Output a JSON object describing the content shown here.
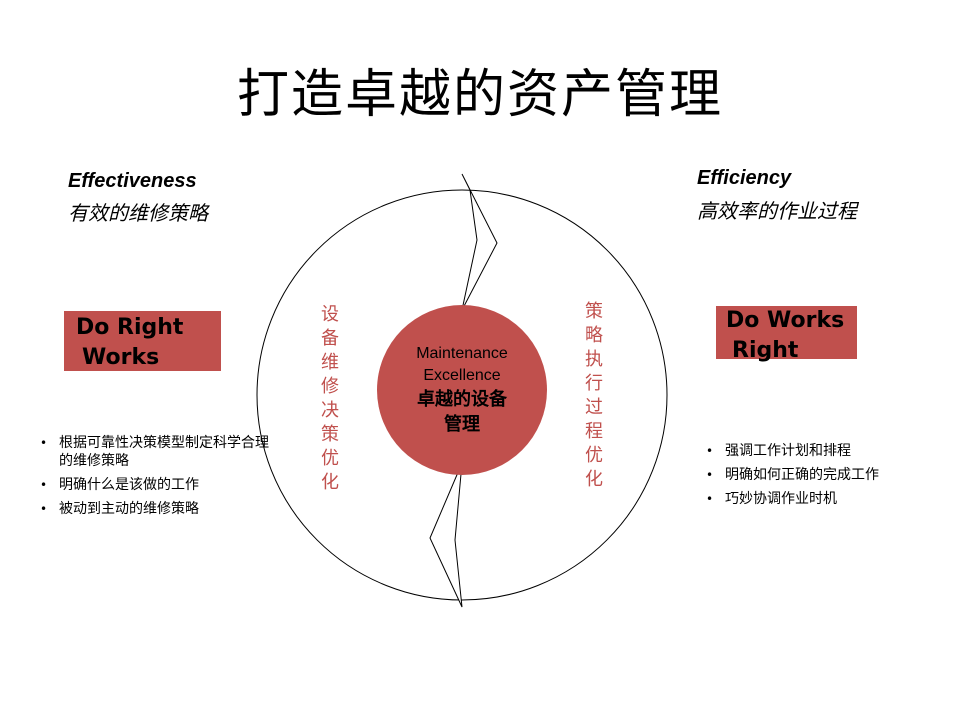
{
  "title": "打造卓越的资产管理",
  "left": {
    "heading_en": "Effectiveness",
    "heading_zh": "有效的维修策略",
    "box_line1": "Do Right",
    "box_line2": "Works",
    "bullets": [
      "根据可靠性决策模型制定科学合理的维修策略",
      "明确什么是该做的工作",
      "被动到主动的维修策略"
    ]
  },
  "right": {
    "heading_en": "Efficiency",
    "heading_zh": "高效率的作业过程",
    "box_line1": "Do Works",
    "box_line2": "Right",
    "bullets": [
      "强调工作计划和排程",
      "明确如何正确的完成工作",
      "巧妙协调作业时机"
    ]
  },
  "cycle": {
    "left_vertical": [
      "设",
      "备",
      "维",
      "修",
      "决",
      "策",
      "优",
      "化"
    ],
    "right_vertical": [
      "策",
      "略",
      "执",
      "行",
      "过",
      "程",
      "优",
      "化"
    ],
    "center_en_line1": "Maintenance",
    "center_en_line2": "Excellence",
    "center_zh_line1": "卓越的设备",
    "center_zh_line2": "管理"
  },
  "colors": {
    "accent": "#c0504d",
    "outline": "#000000",
    "background": "#ffffff"
  }
}
